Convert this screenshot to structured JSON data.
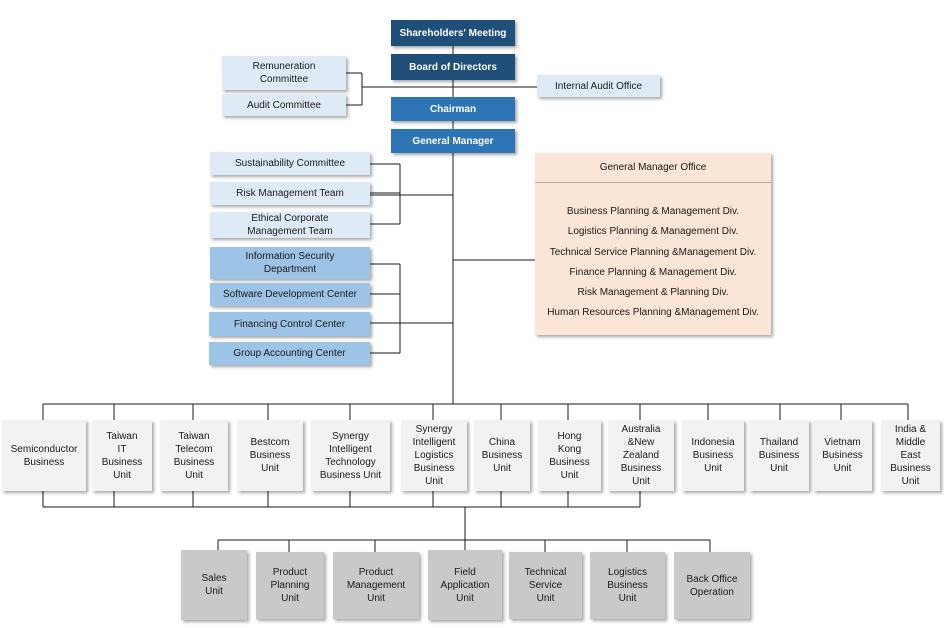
{
  "top": {
    "shareholders": "Shareholders' Meeting",
    "board": "Board of Directors",
    "chairman": "Chairman",
    "general_manager": "General Manager"
  },
  "board_committees": {
    "remuneration": "Remuneration\nCommittee",
    "audit": "Audit Committee"
  },
  "internal_audit": "Internal Audit Office",
  "gm_committees": [
    "Sustainability Committee",
    "Risk Management Team",
    "Ethical Corporate\nManagement Team"
  ],
  "gm_centers": [
    "Information Security\nDepartment",
    "Software Development Center",
    "Financing Control Center",
    "Group Accounting Center"
  ],
  "gm_office": {
    "title": "General Manager Office",
    "divisions": [
      "Business Planning & Management Div.",
      "Logistics Planning & Management Div.",
      "Technical Service Planning &Management Div.",
      "Finance Planning & Management Div.",
      "Risk Management & Planning Div.",
      "Human Resources Planning &Management Div."
    ]
  },
  "business_units": [
    "Semiconductor\nBusiness",
    "Taiwan\nIT\nBusiness\nUnit",
    "Taiwan\nTelecom\nBusiness\nUnit",
    "Bestcom\nBusiness\nUnit",
    "Synergy\nIntelligent\nTechnology\nBusiness Unit",
    "Synergy\nIntelligent\nLogistics\nBusiness\nUnit",
    "China\nBusiness\nUnit",
    "Hong\nKong\nBusiness\nUnit",
    "Australia\n&New\nZealand\nBusiness\nUnit",
    "Indonesia\nBusiness\nUnit",
    "Thailand\nBusiness\nUnit",
    "Vietnam\nBusiness\nUnit",
    "India &\nMiddle\nEast\nBusiness\nUnit"
  ],
  "functional_units": [
    "Sales\nUnit",
    "Product\nPlanning\nUnit",
    "Product\nManagement\nUnit",
    "Field\nApplication\nUnit",
    "Technical\nService\nUnit",
    "Logistics\nBusiness\nUnit",
    "Back Office\nOperation"
  ],
  "colors": {
    "dark_blue": "#1f4e79",
    "mid_blue": "#2e75b6",
    "pale_blue": "#deebf7",
    "light_blue": "#9dc3e6",
    "peach": "#fbe5d6",
    "unit_gray": "#f2f2f2",
    "func_gray": "#c9c9c9"
  }
}
